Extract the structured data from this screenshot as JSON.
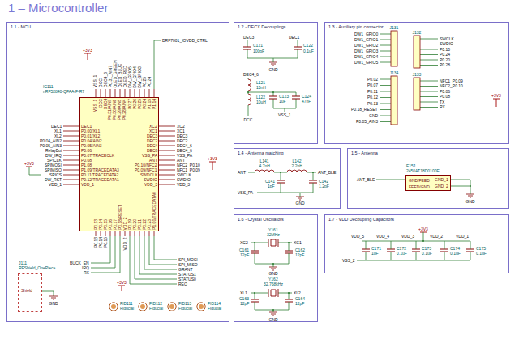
{
  "diagram": {
    "title": "1 – Microcontroller",
    "nodes": [
      {
        "text": [
          "1.1 - MCU"
        ]
      },
      {
        "text": [
          "IC111",
          "nRF52840-QFAA-F-R7"
        ],
        "in": 0
      },
      {
        "text": [
          "J111",
          "RFShield_OnePiece",
          "Shield"
        ],
        "in": 0
      },
      {
        "text": [
          "FID111",
          "Fiducial"
        ],
        "in": 0
      },
      {
        "text": [
          "FID112",
          "Fiducial"
        ],
        "in": 0
      },
      {
        "text": [
          "FID113",
          "Fiducial"
        ],
        "in": 0
      },
      {
        "text": [
          "FID114",
          "Fiducial"
        ],
        "in": 0
      },
      {
        "text": [
          "1.2 - DECX Decouplings"
        ]
      },
      {
        "text": [
          "1.3 - Auxiliary pin connector"
        ]
      },
      {
        "text": [
          "1.4 - Antenna matching"
        ]
      },
      {
        "text": [
          "1.5 - Antenna"
        ]
      },
      {
        "text": [
          "E151",
          "2450AT18D0100E",
          "GND/FEED",
          "FEED/GND"
        ],
        "in": 10
      },
      {
        "text": [
          "1.6 - Crystal Oscillators"
        ]
      },
      {
        "text": [
          "1.7 - VDD Decoupling Capacitors"
        ]
      }
    ],
    "labels": [
      "DEC1",
      "XL1",
      "XL2",
      "P0.04_AIN2",
      "P0.05_AIN3",
      "RelayBut",
      "DW_IRQ",
      "SPICLK",
      "SPIMOSI",
      "SPIMISO",
      "SPICS",
      "DW_RST",
      "VDD_1",
      "DEC1",
      "P0.00/XL1",
      "P0.01/XL2",
      "P0.04/AIN2",
      "P0.05/AIN3",
      "P0.06",
      "P0.07/TRACECLK",
      "P0.08",
      "P1.08",
      "P1.09/TRACEDATA3",
      "P0.11/TRACEDATA2",
      "P0.12/TRACEDATA1",
      "VDD_1",
      "XC2",
      "XC1",
      "DEC3",
      "DEC2",
      "DEC4",
      "DEC6",
      "VSS_PA",
      "ANT",
      "P0.10/NFC2",
      "P0.09/NFC1",
      "SWDCLK",
      "SWDIO",
      "VDD_3",
      "XC2",
      "XC1",
      "DEC3",
      "DEC2",
      "DEC4_6",
      "DEC4_6",
      "VSS_PA",
      "ANT",
      "NFC2_P0.10",
      "NFC1_P0.09",
      "SWCLK",
      "SWDIO",
      "VDD_3",
      "VSS_1",
      "DCC",
      "DEC4",
      "P0.31/AIN7",
      "P0.30/AIN6",
      "P0.29/AIN5",
      "P0.28/AIN4",
      "P0.27",
      "P0.26",
      "P0.25",
      "P0.24",
      "P1.15",
      "P1.14",
      "VSS_1",
      "DCC",
      "DEC4_6",
      "P0.31_AIN7",
      "OLED_GREEN",
      "OLED_BLUE",
      "OLED_RED",
      "DW_GPIO5",
      "DW_GPIO4",
      "DW_GPIO3",
      "P0.25",
      "P0.24",
      "DRF7001_IOVDD_CTRL",
      "+3V3",
      "+3V3",
      "+3V3",
      "P0.13",
      "P0.14",
      "P0.15",
      "P0.16",
      "P0.17",
      "P0.18/RESET",
      "VDD_2",
      "P0.19",
      "P0.20",
      "P0.21",
      "P0.22",
      "P0.23",
      "P1.00/TRACEDATA0",
      "P0.13",
      "P0.14",
      "P0.15",
      "VDD_2",
      "BUCK_EN",
      "IRQ",
      "RX",
      "SPI_MOSI",
      "SPI_MISO",
      "GRANT",
      "STATUS1",
      "STATUS0",
      "REQ",
      "+3V3",
      "GND",
      "DEC3",
      "C121",
      "100pF",
      "DEC1",
      "C122",
      "0.1uF",
      "GND",
      "DEC4_6",
      "L121",
      "15nH",
      "L122",
      "10uH",
      "C123",
      "1uF",
      "C124",
      "47nF",
      "VSS_1",
      "DCC",
      "J131",
      "DW1_GPIO0",
      "DW1_GPIO1",
      "DW1_GPIO2",
      "DW1_GPIO3",
      "DW1_GPIO4",
      "DW1_GPIO5",
      "J134",
      "P0.02",
      "P0.07",
      "P0.11",
      "P0.12",
      "P0.13",
      "P0.18_RESET",
      "GND",
      "P0.05_AIN3",
      "J132",
      "SWCLK",
      "SWDIO",
      "P0.10",
      "P0.24",
      "P0.20",
      "P0.28",
      "J133",
      "NFC1_P0.09",
      "NFC2_P0.10",
      "P0.06",
      "P0.08",
      "TX",
      "RX",
      "+3V3",
      "ANT",
      "L141",
      "4.7nH",
      "L142",
      "2.2nH",
      "ANT_BLE",
      "C141",
      "1pF",
      "C142",
      "1.2pF",
      "VSS_PA",
      "GND",
      "ANT_BLE",
      "GND_1",
      "GND_2",
      "GND",
      "XC2",
      "Y161",
      "32MHz",
      "XC1",
      "C161",
      "12pF",
      "C162",
      "12pF",
      "GND",
      "Y162",
      "32.768kHz",
      "XL1",
      "XL2",
      "C163",
      "12pF",
      "C164",
      "12pF",
      "GND",
      "+3V3",
      "VDD_5",
      "VDD_4",
      "VDD_3",
      "VDD_2",
      "VDD_1",
      "C171",
      "1uF",
      "C172",
      "0.1uF",
      "C173",
      "0.1uF",
      "C174",
      "0.1uF",
      "C175",
      "0.1uF",
      "VSS_2"
    ]
  }
}
